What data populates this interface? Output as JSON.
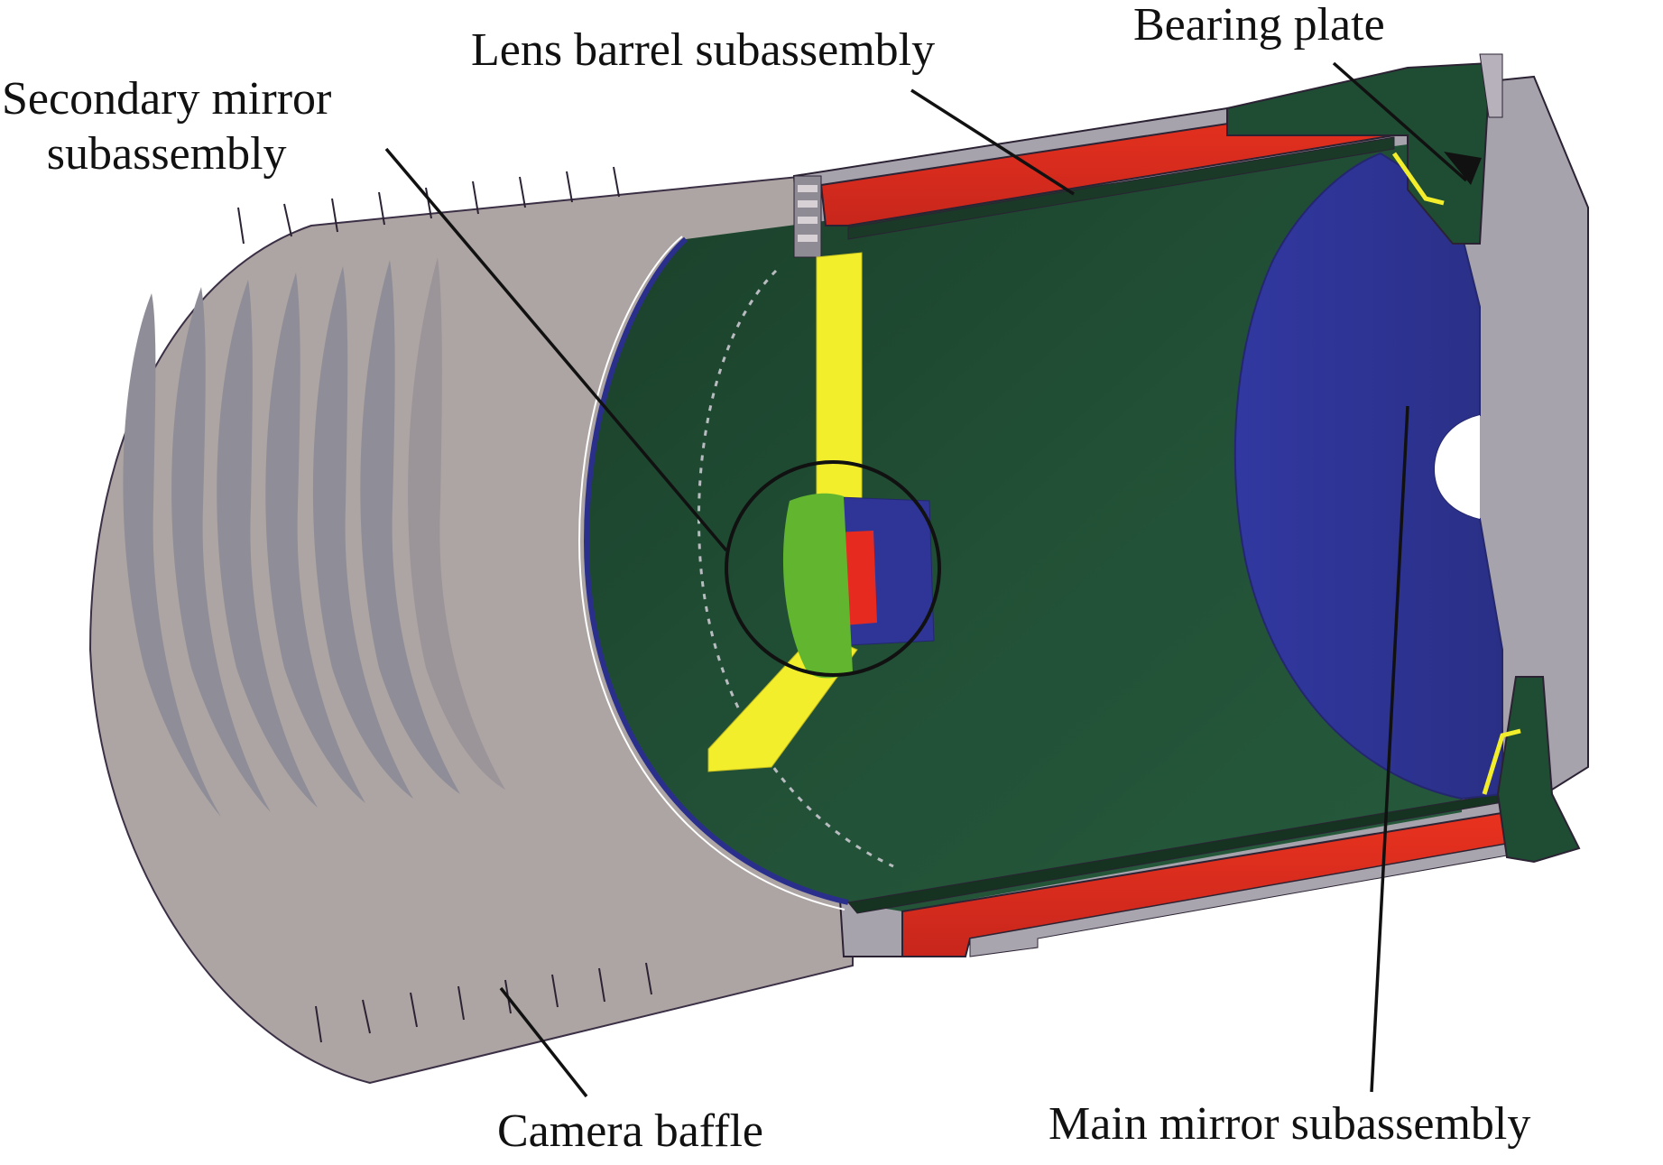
{
  "figure": {
    "type": "telescope-assembly-cutaway",
    "labels": {
      "secondary_mirror": [
        "Secondary mirror",
        "subassembly"
      ],
      "lens_barrel": "Lens barrel subassembly",
      "bearing_plate": "Bearing plate",
      "camera_baffle": "Camera baffle",
      "main_mirror": "Main mirror subassembly"
    },
    "colors": {
      "baffle": "#ada5a3",
      "baffle_groove": "#8c8a93",
      "barrel_interior": "#1f4d33",
      "barrel_red": "#e62a1f",
      "spider_yellow": "#f2ee2c",
      "secondary_green": "#62b62f",
      "main_mirror_blue": "#2f3596",
      "rim_blue": "#2a2f8c",
      "leader": "#111111"
    }
  }
}
